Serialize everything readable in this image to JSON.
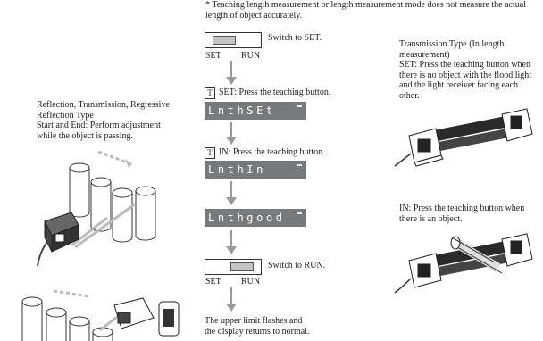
{
  "note": "* Teaching length measurement or length measurement mode does not measure the actual length of object accurately.",
  "left": {
    "title_lines": [
      "Reflection, Transmission, Regressive",
      "Reflection Type"
    ],
    "body_lines": [
      "Start and End: Perform adjustment",
      "while the object is passing."
    ]
  },
  "flow": {
    "switch_set_label": "Switch to SET.",
    "pos_set": "SET",
    "pos_run": "RUN",
    "teach_icon": "T",
    "step_set": "SET: Press the teaching button.",
    "lcd_set": "LnthSEt",
    "step_in": "IN: Press the teaching button.",
    "lcd_in": "LnthIn",
    "lcd_good": "Lnthgood",
    "switch_run_label": "Switch to RUN.",
    "final_lines": [
      "The upper limit flashes and",
      "the display returns to normal."
    ]
  },
  "right": {
    "trans_lines": [
      "Transmission Type (In length",
      "measurement)",
      "SET: Press the teaching button when",
      "there is no object with the flood light",
      "and the light receiver  facing each",
      "other."
    ],
    "in_lines": [
      "IN: Press the teaching button when",
      "there is an object."
    ]
  }
}
